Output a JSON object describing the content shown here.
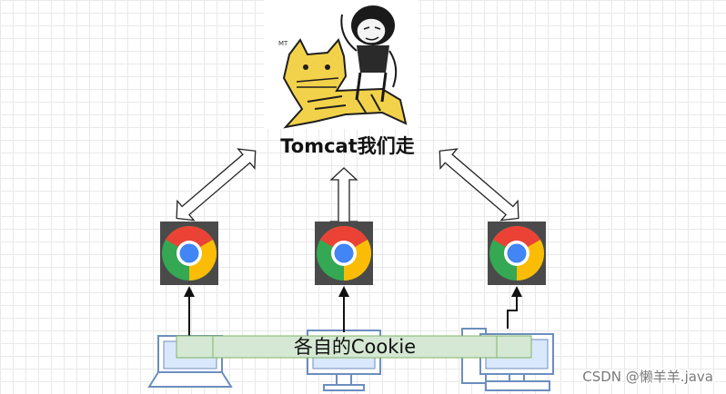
{
  "server": {
    "title": "Tomcat我们走",
    "logo_icon": "tomcat-riding-meme-icon",
    "logo_small_text": "MT"
  },
  "clients": [
    {
      "browser_icon": "chrome-icon",
      "device_icon": "laptop-icon"
    },
    {
      "browser_icon": "chrome-icon",
      "device_icon": "monitor-icon"
    },
    {
      "browser_icon": "chrome-icon",
      "device_icon": "desktop-pc-icon"
    }
  ],
  "cookie_bar": {
    "label": "各自的Cookie",
    "fill": "#d5e8d4",
    "stroke": "#82b366"
  },
  "watermark": "CSDN @懒羊羊.java",
  "colors": {
    "arrow": "#222222",
    "device_stroke": "#6c8ebf",
    "device_fill": "#dae8fc"
  }
}
